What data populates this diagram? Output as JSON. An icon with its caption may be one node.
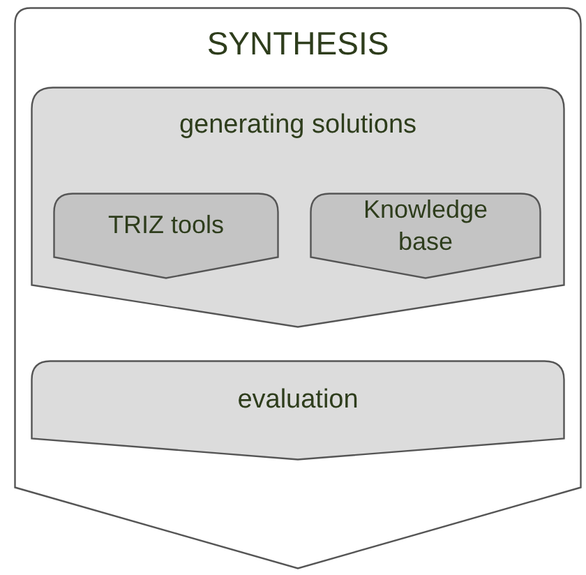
{
  "diagram": {
    "nodes": [
      {
        "text": [
          "SYNTHESIS"
        ]
      },
      {
        "text": [
          "generating solutions"
        ],
        "in": 0
      },
      {
        "text": [
          "TRIZ tools"
        ],
        "in": 1
      },
      {
        "text": [
          "Knowledge base"
        ],
        "in": 1
      },
      {
        "text": [
          "evaluation"
        ],
        "in": 0
      }
    ]
  }
}
